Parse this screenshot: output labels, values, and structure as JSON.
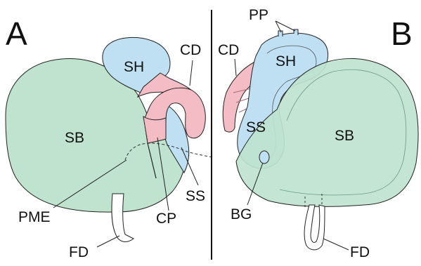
{
  "panels": [
    {
      "letter": "A",
      "labels": {
        "sh": "SH",
        "cd": "CD",
        "sb": "SB",
        "ss": "SS",
        "pme": "PME",
        "cp": "CP",
        "fd": "FD"
      }
    },
    {
      "letter": "B",
      "labels": {
        "pp": "PP",
        "cd": "CD",
        "sh": "SH",
        "ss": "SS",
        "sb": "SB",
        "bg": "BG",
        "fd": "FD"
      }
    }
  ],
  "colors": {
    "sb_green": "#bfe3cf",
    "sh_blue": "#bfe0f3",
    "cd_pink": "#f4bcc4",
    "outline": "#222222",
    "divider": "#111111"
  }
}
